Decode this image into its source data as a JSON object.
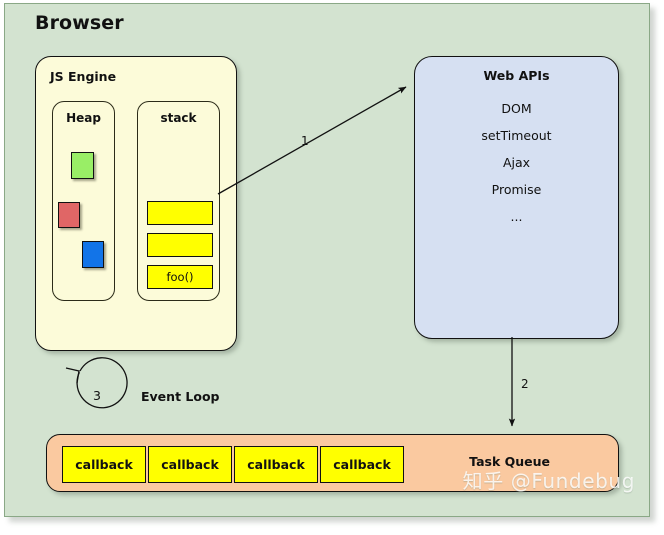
{
  "title": "Browser",
  "js_engine": {
    "title": "JS Engine",
    "heap": {
      "title": "Heap",
      "objects": [
        {
          "name": "heap-object-green",
          "color": "#99ee66"
        },
        {
          "name": "heap-object-red",
          "color": "#e06666"
        },
        {
          "name": "heap-object-blue",
          "color": "#1274e8"
        }
      ]
    },
    "stack": {
      "title": "stack",
      "frames": [
        {
          "label": ""
        },
        {
          "label": ""
        },
        {
          "label": "foo()"
        }
      ]
    }
  },
  "web_apis": {
    "title": "Web APIs",
    "items": [
      "DOM",
      "setTimeout",
      "Ajax",
      "Promise",
      "..."
    ]
  },
  "task_queue": {
    "title": "Task Queue",
    "callbacks": [
      "callback",
      "callback",
      "callback",
      "callback"
    ]
  },
  "event_loop": {
    "label": "Event Loop",
    "number": "3"
  },
  "arrows": {
    "stack_to_webapis": "1",
    "webapis_to_queue": "2"
  },
  "watermark": "知乎 @Fundebug",
  "colors": {
    "background": "#d3e3d0",
    "js_engine": "#fcfbd9",
    "web_apis": "#d6e0f2",
    "task_queue": "#fac9a0",
    "callback": "#ffff00",
    "outline": "#111111"
  }
}
